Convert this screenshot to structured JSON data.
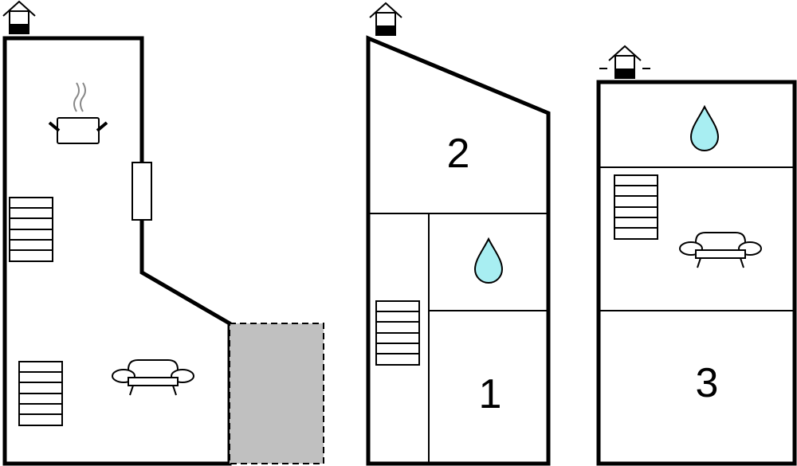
{
  "colors": {
    "wall": "#000000",
    "water_drop": "#a8eef2",
    "terrace": "#c0c0c0",
    "background": "#ffffff"
  },
  "floors": [
    {
      "label": "",
      "icons": [
        "entrance-house-icon",
        "cooking-pot-icon",
        "stairs-icon",
        "stairs-icon",
        "sofa-icon"
      ],
      "annex": "terrace"
    },
    {
      "rooms": [
        {
          "number": "2"
        },
        {
          "number": "1",
          "icons": [
            "water-drop-icon"
          ]
        }
      ],
      "icons": [
        "entrance-house-icon",
        "stairs-icon",
        "water-drop-icon"
      ]
    },
    {
      "rooms": [
        {
          "number": "3"
        }
      ],
      "icons": [
        "entrance-house-icon",
        "water-drop-icon",
        "stairs-icon",
        "sofa-icon"
      ]
    }
  ]
}
